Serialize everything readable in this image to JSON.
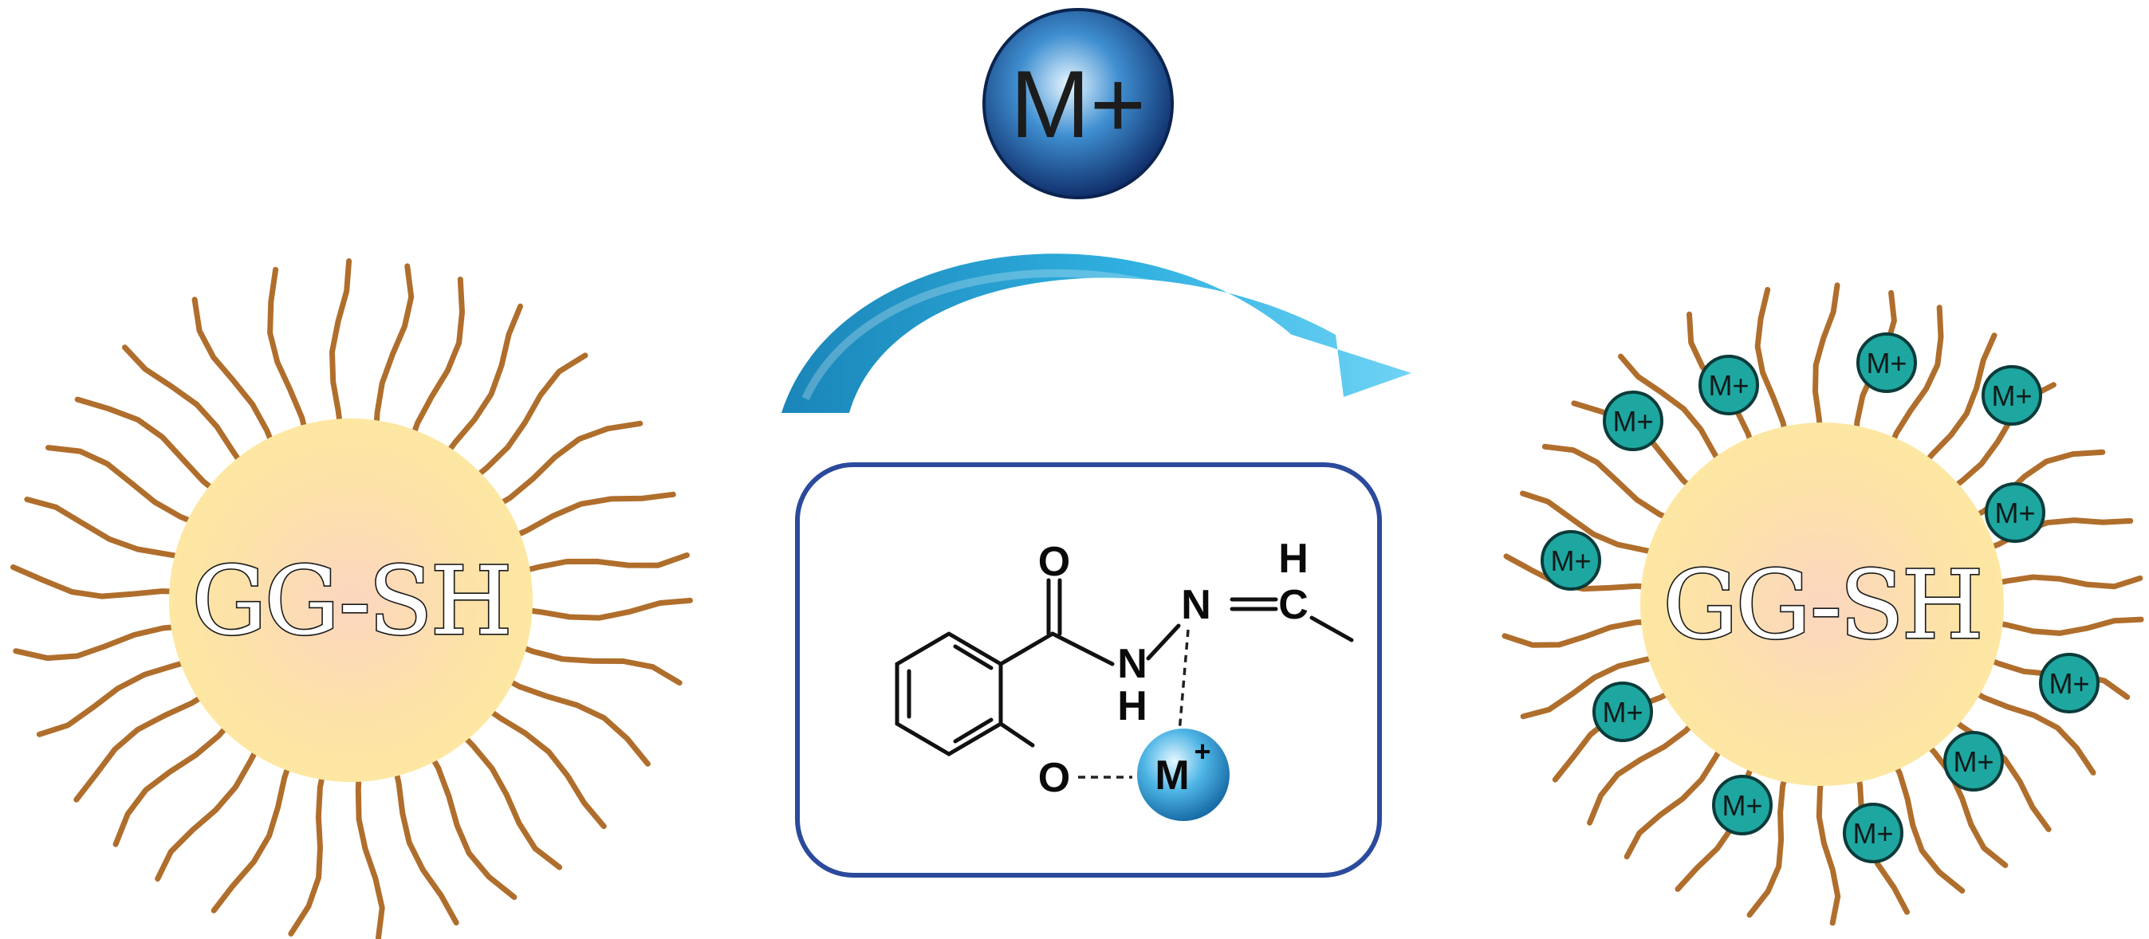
{
  "left_particle": {
    "core_label": "GG-SH"
  },
  "right_particle": {
    "core_label": "GG-SH",
    "ion_label": "M+"
  },
  "metal_ion": {
    "label": "M+"
  },
  "complex": {
    "atoms": {
      "O_top": "O",
      "N1": "N",
      "H_nh": "H",
      "N2": "N",
      "eq": "=",
      "C": "C",
      "H_ch": "H",
      "O_ph": "O",
      "M": "M",
      "M_charge": "+"
    }
  },
  "colors": {
    "core_fill": "#fde7a2",
    "strand": "#b06e2c",
    "arrow": "#1d9fd0",
    "box_border": "#2b4a9c",
    "ion_small": "#1ea7a0",
    "ion_large": "#1f5ea8"
  }
}
